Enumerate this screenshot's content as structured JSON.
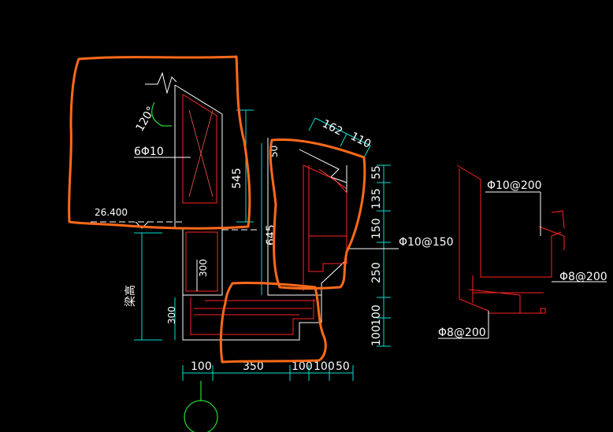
{
  "labels": {
    "angle": "120°",
    "bar_6phi10": "6Φ10",
    "dim_545": "545",
    "elev_26400": "26.400",
    "beam_height": "梁高",
    "dim_300_inner": "300",
    "dim_300_left": "300",
    "dim_645": "645",
    "dim_162": "162",
    "dim_110": "110",
    "dim_50_top": "50",
    "dim_55": "55",
    "dim_135": "135",
    "dim_150": "150",
    "dim_250": "250",
    "dim_100_a": "100",
    "dim_100_b": "100",
    "bottom_100": "100",
    "bottom_350": "350",
    "bottom_100a": "100",
    "bottom_100b": "100",
    "bottom_50": "50",
    "rebar_phi10_150": "Φ10@150",
    "rebar_phi10_200": "Φ10@200",
    "rebar_phi8_200_right": "Φ8@200",
    "rebar_phi8_200_bottom": "Φ8@200"
  },
  "colors": {
    "background": "#000000",
    "rebar": "#ff2222",
    "dimension": "#00e0d0",
    "annotation_highlight": "#ff6a1a",
    "grid_circle": "#22cc33"
  }
}
